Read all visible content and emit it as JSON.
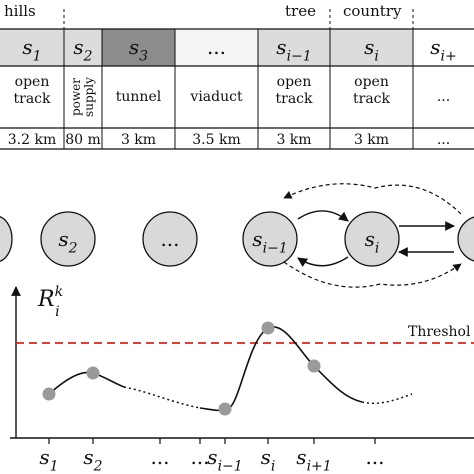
{
  "top_labels": {
    "left": "hills",
    "tree": "tree",
    "country": "country"
  },
  "segments": [
    {
      "state": "s",
      "sub": "1",
      "type_lines": [
        "open",
        "track"
      ],
      "length": "3.2 km",
      "fill": "#dcdcdc"
    },
    {
      "state": "s",
      "sub": "2",
      "type_lines": [
        "power",
        "supply"
      ],
      "length": "80 m",
      "fill": "#dcdcdc"
    },
    {
      "state": "s",
      "sub": "3",
      "type_lines": [
        "tunnel"
      ],
      "length": "3 km",
      "fill": "#8c8c8c"
    },
    {
      "state": "...",
      "sub": "",
      "type_lines": [
        "viaduct"
      ],
      "length": "3.5 km",
      "fill": "#f4f4f4"
    },
    {
      "state": "s",
      "sub": "i−1",
      "type_lines": [
        "open",
        "track"
      ],
      "length": "3 km",
      "fill": "#dcdcdc"
    },
    {
      "state": "s",
      "sub": "i",
      "type_lines": [
        "open",
        "track"
      ],
      "length": "3 km",
      "fill": "#dcdcdc"
    },
    {
      "state": "s",
      "sub": "i+",
      "type_lines": [
        "..."
      ],
      "length": "...",
      "fill": "#ffffff"
    }
  ],
  "nodes": [
    {
      "state": "s",
      "sub": "2"
    },
    {
      "state": "...",
      "sub": ""
    },
    {
      "state": "s",
      "sub": "i−1"
    },
    {
      "state": "s",
      "sub": "i"
    }
  ],
  "plot": {
    "y_label": "R",
    "y_sup": "k",
    "y_sub": "i",
    "threshold_label": "Threshol",
    "x_ticks": [
      {
        "state": "s",
        "sub": "1"
      },
      {
        "state": "s",
        "sub": "2"
      },
      {
        "state": "...",
        "sub": ""
      },
      {
        "state": "...",
        "sub": ""
      },
      {
        "state": "s",
        "sub": "i−1"
      },
      {
        "state": "s",
        "sub": "i"
      },
      {
        "state": "s",
        "sub": "i+1"
      },
      {
        "state": "...",
        "sub": ""
      }
    ]
  },
  "colors": {
    "threshold": "#e0201b",
    "node_fill": "#d9d9d9",
    "point_fill": "#9a9a9a"
  }
}
